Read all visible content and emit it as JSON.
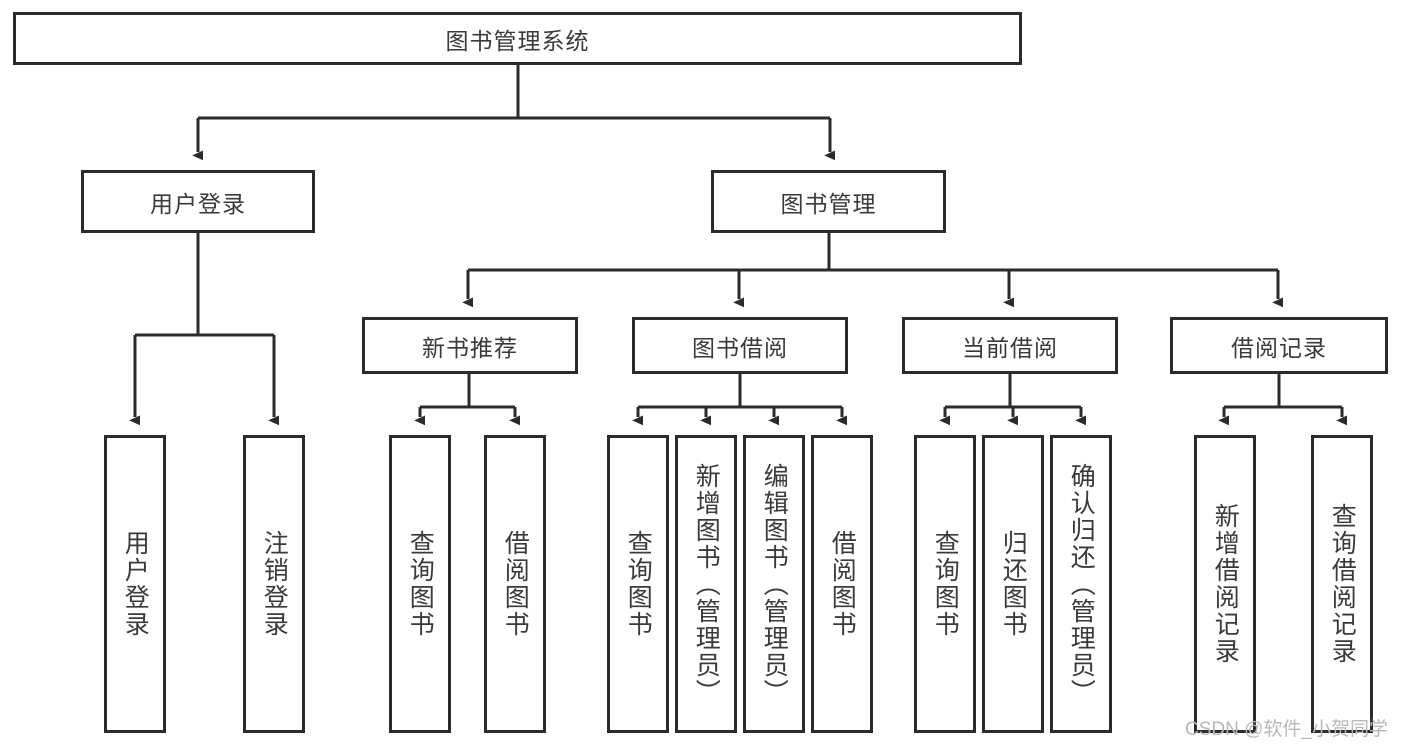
{
  "diagram": {
    "type": "tree",
    "title": "图书管理系统",
    "orientation": "top-down",
    "colors": {
      "box_border": "#2b2b2b",
      "box_fill": "#ffffff",
      "line": "#2b2b2b",
      "text": "#3a3a3a",
      "watermark": "#b8b8b8",
      "background": "#ffffff"
    },
    "root": {
      "label": "图书管理系统"
    },
    "level2": [
      {
        "label": "用户登录"
      },
      {
        "label": "图书管理"
      }
    ],
    "level3": [
      {
        "label": "新书推荐"
      },
      {
        "label": "图书借阅"
      },
      {
        "label": "当前借阅"
      },
      {
        "label": "借阅记录"
      }
    ],
    "leaves": {
      "user_login": [
        {
          "label": "用户登录"
        },
        {
          "label": "注销登录"
        }
      ],
      "new_book": [
        {
          "label": "查询图书"
        },
        {
          "label": "借阅图书"
        }
      ],
      "book_borrow": [
        {
          "label": "查询图书"
        },
        {
          "label": "新增图书（管理员）"
        },
        {
          "label": "编辑图书（管理员）"
        },
        {
          "label": "借阅图书"
        }
      ],
      "current_borrow": [
        {
          "label": "查询图书"
        },
        {
          "label": "归还图书"
        },
        {
          "label": "确认归还（管理员）"
        }
      ],
      "borrow_record": [
        {
          "label": "新增借阅记录"
        },
        {
          "label": "查询借阅记录"
        }
      ]
    }
  },
  "watermark": {
    "text": "CSDN @软件_小贺同学"
  }
}
